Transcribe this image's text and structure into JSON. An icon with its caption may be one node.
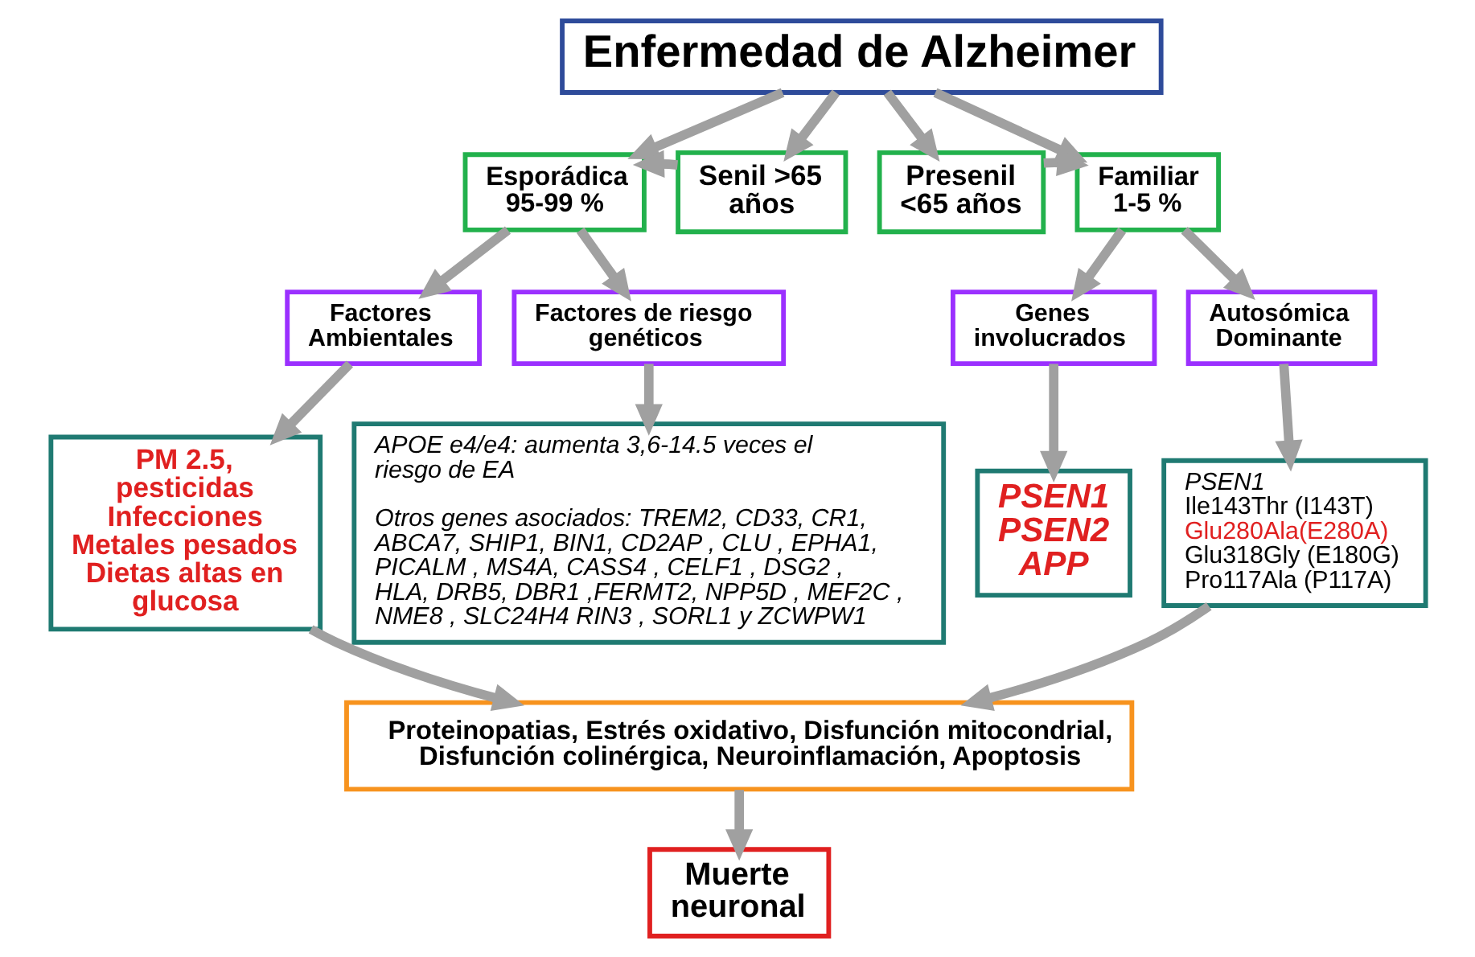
{
  "diagram": {
    "nodes": [
      {
        "text": [
          "Enfermedad de Alzheimer"
        ]
      },
      {
        "text": [
          "Esporádica 95-99 %"
        ]
      },
      {
        "text": [
          "Senil >65 años"
        ]
      },
      {
        "text": [
          "Presenil <65 años"
        ]
      },
      {
        "text": [
          "Familiar 1-5 %"
        ]
      },
      {
        "text": [
          "Factores Ambientales"
        ]
      },
      {
        "text": [
          "Factores de riesgo genéticos"
        ]
      },
      {
        "text": [
          "Genes involucrados"
        ]
      },
      {
        "text": [
          "Autosómica Dominante"
        ]
      },
      {
        "text": [
          "PM 2.5, pesticidas",
          "Infecciones",
          "Metales pesados",
          "Dietas altas en glucosa"
        ]
      },
      {
        "text": [
          "APOE e4/e4: aumenta 3,6-14.5 veces el riesgo de EA",
          "Otros genes asociados: TREM2, CD33, CR1, ABCA7, SHIP1, BIN1, CD2AP , CLU , EPHA1, PICALM , MS4A, CASS4 , CELF1 , DSG2 , HLA, DRB5, DBR1 ,FERMT2, NPP5D , MEF2C , NME8 , SLC24H4 RIN3 , SORL1 y ZCWPW1"
        ]
      },
      {
        "text": [
          "PSEN1",
          "PSEN2",
          "APP"
        ]
      },
      {
        "text": [
          "PSEN1",
          "Ile143Thr (I143T)",
          "Glu280Ala(E280A)",
          "Glu318Gly (E180G)",
          "Pro117Ala (P117A)"
        ]
      },
      {
        "text": [
          "Proteinopatias, Estrés oxidativo, Disfunción mitocondrial, Disfunción colinérgica, Neuroinflamación, Apoptosis"
        ]
      },
      {
        "text": [
          "Muerte neuronal"
        ]
      }
    ],
    "edges": [
      {
        "from": 0,
        "to": 1,
        "arrow": "to"
      },
      {
        "from": 0,
        "to": 2,
        "arrow": "to"
      },
      {
        "from": 0,
        "to": 3,
        "arrow": "to"
      },
      {
        "from": 0,
        "to": 4,
        "arrow": "to"
      },
      {
        "from": 2,
        "to": 1,
        "arrow": "to"
      },
      {
        "from": 3,
        "to": 4,
        "arrow": "to"
      },
      {
        "from": 1,
        "to": 5,
        "arrow": "to"
      },
      {
        "from": 1,
        "to": 6,
        "arrow": "to"
      },
      {
        "from": 4,
        "to": 7,
        "arrow": "to"
      },
      {
        "from": 4,
        "to": 8,
        "arrow": "to"
      },
      {
        "from": 5,
        "to": 9,
        "arrow": "to"
      },
      {
        "from": 6,
        "to": 10,
        "arrow": "to"
      },
      {
        "from": 7,
        "to": 11,
        "arrow": "to"
      },
      {
        "from": 8,
        "to": 12,
        "arrow": "to"
      },
      {
        "from": 9,
        "to": 13,
        "arrow": "to"
      },
      {
        "from": 12,
        "to": 13,
        "arrow": "to"
      },
      {
        "from": 13,
        "to": 14,
        "arrow": "to"
      }
    ]
  }
}
